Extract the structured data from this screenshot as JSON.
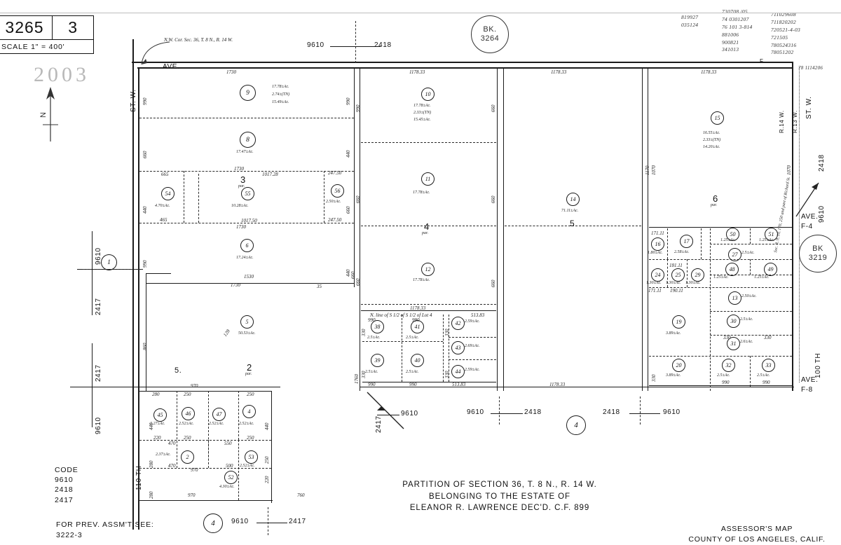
{
  "title_block": {
    "book": "3265",
    "page": "3",
    "scale": "SCALE 1\" = 400'",
    "year_stamp": "2003"
  },
  "main_title": {
    "line1": "PARTITION OF SECTION 36, T. 8 N., R. 14 W.",
    "line2": "BELONGING TO THE ESTATE OF",
    "line3": "ELEANOR R. LAWRENCE DEC'D. C.F. 899"
  },
  "footer": {
    "code_header": "CODE",
    "codes": [
      "9610",
      "2418",
      "2417"
    ],
    "prev_assmt_label": "FOR PREV. ASSM'T SEE:",
    "prev_assmt_value": "3222-3",
    "assessor_line1": "ASSESSOR'S MAP",
    "assessor_line2": "COUNTY OF LOS ANGELES, CALIF."
  },
  "book_refs": [
    {
      "name": "bk-3264",
      "label": "BK.",
      "number": "3264"
    },
    {
      "name": "bk-3219",
      "label": "BK",
      "number": "3219"
    }
  ],
  "streets": {
    "top_avenue": "AVE.",
    "left_street": "ST. W.",
    "bottom_left_street": "110 TH",
    "right_street_w": "ST. W.",
    "right_street_100th": "100 TH",
    "range_left": "R.14 W.",
    "range_right": "R.13 W.",
    "ave_f4": "AVE.",
    "ave_f4_sub": "F-4",
    "ave_f8": "AVE.",
    "ave_f8_sub": "F-8",
    "corner_note": "N.W. Cor. Sec. 36, T. 8 N., R. 14 W.",
    "section_note": "N. line of S 1/2 of S 1/2 of Lot 4",
    "top_f_mark": "F"
  },
  "doc_numbers": {
    "col1": [
      "819927",
      "035124"
    ],
    "col2": [
      "730708 /05",
      "74 0301207",
      "76 101 3-814",
      "881006",
      "900821",
      "341013"
    ],
    "col3": [
      "711029608",
      "711820202",
      "720521-4-03",
      "721505",
      "780524316",
      "78051202"
    ],
    "col4": [
      "78 1114206"
    ]
  },
  "code_markers": [
    {
      "name": "code-9610-top",
      "text": "9610"
    },
    {
      "name": "code-2418-top",
      "text": "2418"
    },
    {
      "name": "code-9610-left-upper",
      "text": "9610"
    },
    {
      "name": "code-2417-left-upper",
      "text": "2417"
    },
    {
      "name": "code-2417-left-lower",
      "text": "2417"
    },
    {
      "name": "code-9610-left-lower",
      "text": "9610"
    },
    {
      "name": "code-9610-bot-a",
      "text": "9610"
    },
    {
      "name": "code-9610-bot-b",
      "text": "9610"
    },
    {
      "name": "code-2418-bot-b",
      "text": "2418"
    },
    {
      "name": "code-2418-bot-c",
      "text": "2418"
    },
    {
      "name": "code-9610-bot-c",
      "text": "9610"
    },
    {
      "name": "code-9610-bot-d",
      "text": "9610"
    },
    {
      "name": "code-2417-bot-d",
      "text": "2417"
    },
    {
      "name": "code-2417-mid",
      "text": "2417"
    },
    {
      "name": "code-2418-right",
      "text": "2418"
    },
    {
      "name": "code-9610-right",
      "text": "9610"
    }
  ],
  "circled_codes": [
    {
      "name": "circle-code-1",
      "text": "1"
    },
    {
      "name": "circle-code-4-bottom-center",
      "text": "4"
    },
    {
      "name": "circle-code-4-bottom-left",
      "text": "4"
    }
  ],
  "parcels": [
    {
      "id": "9",
      "area": "17.78±Ac.",
      "area2": "2.74±(TN)",
      "area3": "15.49±Ac."
    },
    {
      "id": "8",
      "area": "17.47±Ac."
    },
    {
      "id": "54",
      "area": "4.70±Ac."
    },
    {
      "id": "55",
      "area": "10.28±Ac."
    },
    {
      "id": "56",
      "area": "2.50±Ac."
    },
    {
      "id": "6",
      "area": "17.24±Ac."
    },
    {
      "id": "5",
      "area": "50.53±Ac."
    },
    {
      "id": "10",
      "area": "17.78±Ac.",
      "area2": "2.33±(TN)",
      "area3": "15.45±Ac."
    },
    {
      "id": "11",
      "area": "17.78±Ac."
    },
    {
      "id": "12",
      "area": "17.78±Ac."
    },
    {
      "id": "14",
      "area": "71.11±Ac."
    },
    {
      "id": "15",
      "area": "16.55±Ac.",
      "area2": "2.33±(TN)",
      "area3": "14.20±Ac."
    },
    {
      "id": "38",
      "area": "2.5±Ac."
    },
    {
      "id": "39",
      "area": "2.5±Ac."
    },
    {
      "id": "40",
      "area": "2.5±Ac."
    },
    {
      "id": "41",
      "area": "2.5±Ac."
    },
    {
      "id": "42",
      "area": "2.59±Ac."
    },
    {
      "id": "43",
      "area": "2.69±Ac."
    },
    {
      "id": "44",
      "area": "2.59±Ac."
    },
    {
      "id": "45",
      "area": "2.27±Ac."
    },
    {
      "id": "46",
      "area": "2.52±Ac."
    },
    {
      "id": "47",
      "area": "2.52±Ac."
    },
    {
      "id": "4",
      "area": "2.52±Ac."
    },
    {
      "id": "2",
      "area": "2.37±Ac."
    },
    {
      "id": "53",
      "area": "2.52±Ac."
    },
    {
      "id": "52",
      "area": "4.30±Ac."
    },
    {
      "id": "16",
      "area": "1.80±Ac."
    },
    {
      "id": "17",
      "area": "2.58±Ac."
    },
    {
      "id": "50",
      "area": "1.25±Ac."
    },
    {
      "id": "51",
      "area": "1.25±Ac."
    },
    {
      "id": "27",
      "area": "2.5±Ac."
    },
    {
      "id": "24",
      "area": "1.30±Ac."
    },
    {
      "id": "25",
      "area": "1.30±Ac."
    },
    {
      "id": "29",
      "area": "1.30±Ac."
    },
    {
      "id": "48",
      "area": "1.25±Ac."
    },
    {
      "id": "49",
      "area": "1.25±Ac."
    },
    {
      "id": "13",
      "area": "2.50±Ac."
    },
    {
      "id": "19",
      "area": "3.89±Ac."
    },
    {
      "id": "30",
      "area": "2.5±Ac."
    },
    {
      "id": "31",
      "area": "2.6±Ac."
    },
    {
      "id": "20",
      "area": "3.89±Ac."
    },
    {
      "id": "32",
      "area": "2.5±Ac."
    },
    {
      "id": "33",
      "area": "2.5±Ac."
    }
  ],
  "lot_labels": [
    {
      "name": "lot-label-3",
      "num": "3",
      "sub": "par."
    },
    {
      "name": "lot-label-4",
      "num": "4",
      "sub": "par."
    },
    {
      "name": "lot-label-2",
      "num": "2",
      "sub": "par."
    },
    {
      "name": "lot-label-6",
      "num": "6",
      "sub": "par."
    },
    {
      "name": "lot-label-5-center",
      "num": "5"
    },
    {
      "name": "lot-label-5-left",
      "num": "5."
    }
  ],
  "dimensions": {
    "top": [
      "1730",
      "1178.33",
      "1178.33",
      "1178.33"
    ],
    "left_col": [
      "990",
      "660",
      "660",
      "440",
      "990",
      "660",
      "860"
    ],
    "inner": [
      "665",
      "1730",
      "1017.28",
      "247.50",
      "465",
      "1017.50",
      "247.50",
      "1730",
      "1530",
      "1730",
      "128",
      "35"
    ],
    "center": [
      "1178.33",
      "990",
      "990",
      "513.83",
      "990",
      "990",
      "513.83",
      "1178.33",
      "1760"
    ],
    "right": [
      "1170",
      "1070",
      "171.11",
      "181.11",
      "171.11",
      "190.11",
      "330",
      "330",
      "990",
      "990"
    ],
    "bottom": [
      "970",
      "280",
      "250",
      "250",
      "220",
      "470",
      "250",
      "550",
      "250",
      "470",
      "500",
      "220",
      "970",
      "760"
    ],
    "misc": [
      "440",
      "660",
      "550",
      "440",
      "350",
      "660",
      "990",
      "660"
    ]
  },
  "ref_note_right": "Sec. 8, 9, 10, 170, 250 and part of Richard St."
}
